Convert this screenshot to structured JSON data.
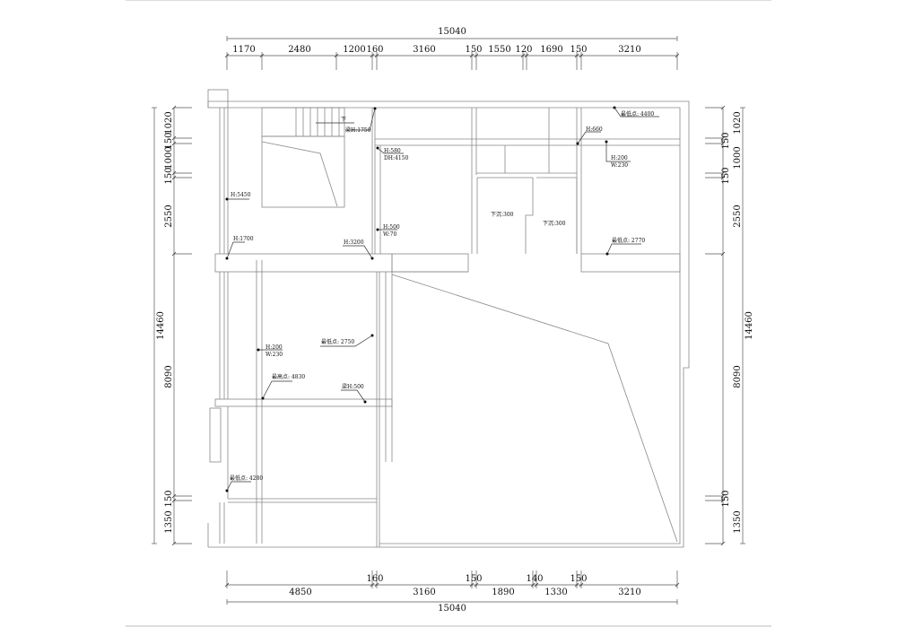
{
  "dimensions": {
    "top_total": "15040",
    "top": [
      "1170",
      "2480",
      "1200",
      "160",
      "3160",
      "150",
      "1550",
      "120",
      "1690",
      "150",
      "3210"
    ],
    "bottom_total": "15040",
    "bottom": [
      "4850",
      "160",
      "3160",
      "150",
      "1890",
      "140",
      "1330",
      "150",
      "3210"
    ],
    "left_total": "14460",
    "left": [
      "1020",
      "150",
      "1000",
      "150",
      "2550",
      "8090",
      "150",
      "1350"
    ],
    "right_total": "14460",
    "right": [
      "1020",
      "150",
      "1000",
      "150",
      "2550",
      "8090",
      "150",
      "1350"
    ]
  },
  "annotations": {
    "stair_down": "下",
    "beam_1750": "梁H:1750",
    "h580": "H:580",
    "dh4150": "DH:4150",
    "h5450": "H:5450",
    "h1700": "H:1700",
    "h3200": "H:3200",
    "h500": "H:500",
    "w70": "W:70",
    "lowest_4400": "最低点: 4400",
    "h660": "H:660",
    "h200_a": "H:200",
    "w230_a": "W:230",
    "sunk_a": "下沉:300",
    "sunk_b": "下沉:300",
    "lowest_2770": "最低点: 2770",
    "lowest_2750": "最低点: 2750",
    "h200_b": "H:200",
    "w230_b": "W:230",
    "highest_4830": "最高点: 4830",
    "beam_500": "梁H:500",
    "lowest_4280": "最低点: 4280"
  }
}
